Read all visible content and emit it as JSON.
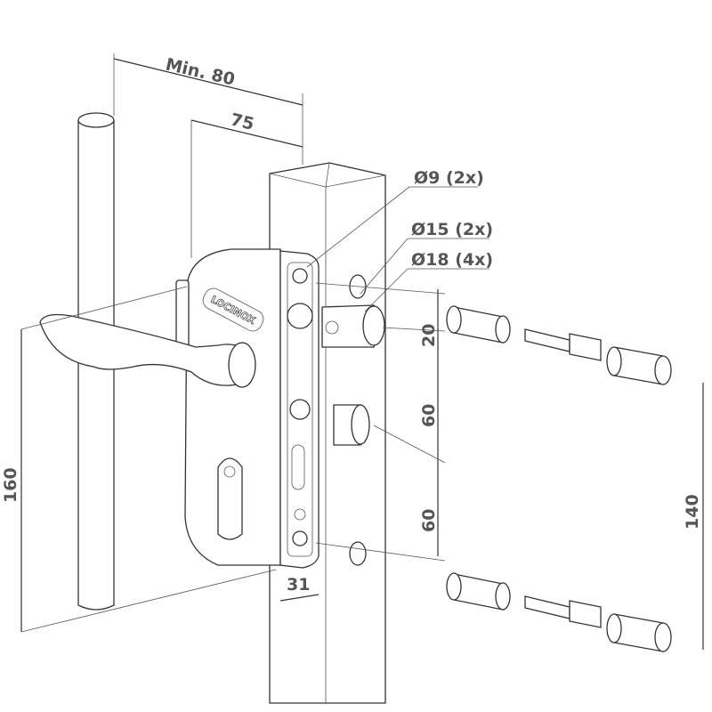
{
  "brand": "LOCINOX",
  "dimensions": {
    "min_width": "Min. 80",
    "width": "75",
    "hole_9": "Ø9 (2x)",
    "hole_15": "Ø15 (2x)",
    "hole_18": "Ø18 (4x)",
    "spacing_top": "20",
    "spacing_mid1": "60",
    "spacing_mid2": "60",
    "bolt_distance": "140",
    "height": "160",
    "depth": "31"
  },
  "colors": {
    "line": "#333333",
    "text": "#555555"
  }
}
